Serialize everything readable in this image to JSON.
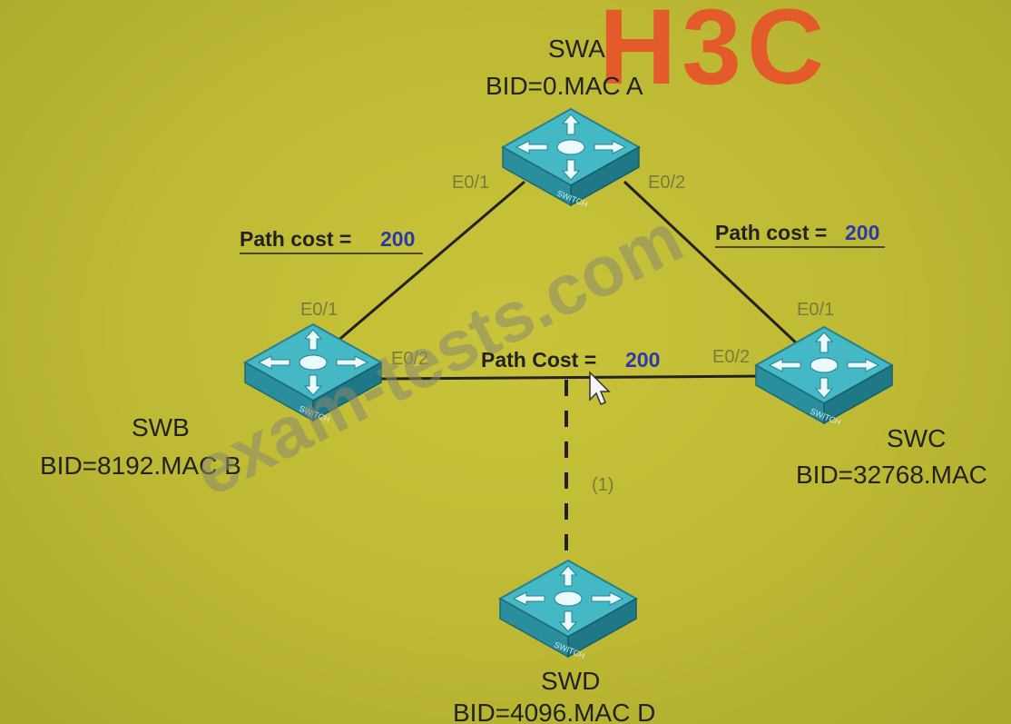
{
  "logo": {
    "text": "H3C",
    "color": "#e35a2b"
  },
  "watermark": {
    "text": "exam-tests.com"
  },
  "colors": {
    "background": "#bdb934",
    "switch_top": "#3fb3c2",
    "link": "#222222",
    "cost_value": "#2c3aa8"
  },
  "switches": {
    "swa": {
      "name": "SWA",
      "bid": "BID=0.MAC A",
      "icon": "switch-icon"
    },
    "swb": {
      "name": "SWB",
      "bid": "BID=8192.MAC B",
      "icon": "switch-icon"
    },
    "swc": {
      "name": "SWC",
      "bid": "BID=32768.MAC",
      "icon": "switch-icon"
    },
    "swd": {
      "name": "SWD",
      "bid": "BID=4096.MAC D",
      "icon": "switch-icon"
    }
  },
  "ports": {
    "swa_e01": "E0/1",
    "swa_e02": "E0/2",
    "swb_e01": "E0/1",
    "swb_e02": "E0/2",
    "swc_e01": "E0/1",
    "swc_e02": "E0/2"
  },
  "links": {
    "swa_swb": {
      "label": "Path cost =",
      "value": "200"
    },
    "swa_swc": {
      "label": "Path cost =",
      "value": "200"
    },
    "swb_swc": {
      "label": "Path Cost =",
      "value": "200"
    },
    "swd_link": {
      "annotation": "(1)"
    }
  },
  "switch_label": "SWITCH"
}
